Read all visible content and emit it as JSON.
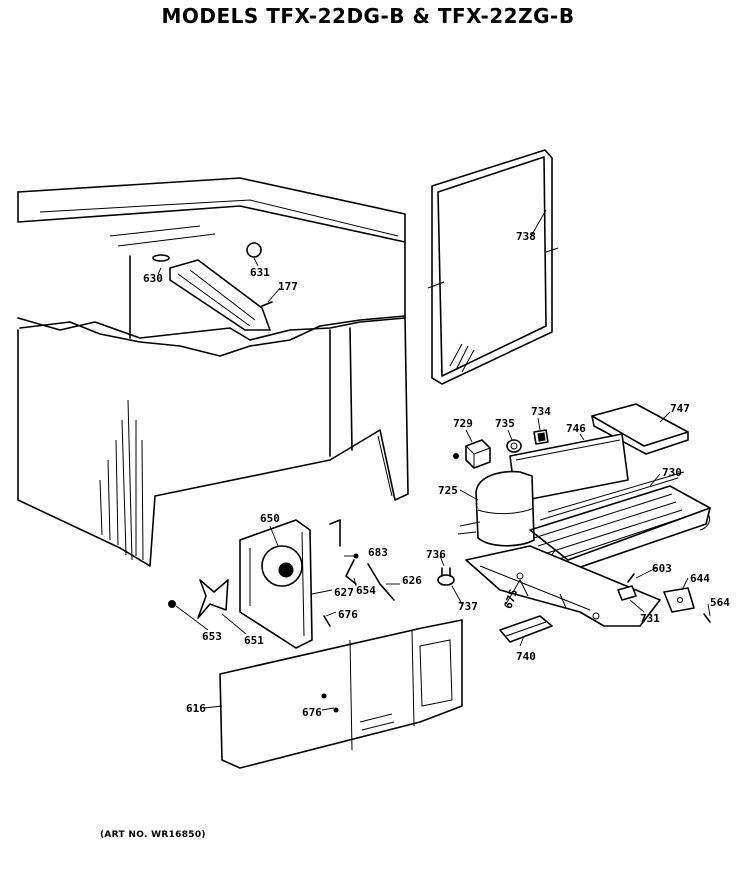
{
  "title": "MODELS TFX-22DG-B & TFX-22ZG-B",
  "art_number": "(ART NO. WR16850)",
  "callouts": {
    "c630": "630",
    "c631": "631",
    "c177": "177",
    "c738": "738",
    "c729": "729",
    "c735": "735",
    "c734": "734",
    "c746": "746",
    "c747": "747",
    "c725": "725",
    "c730": "730",
    "c650": "650",
    "c683": "683",
    "c654": "654",
    "c627": "627",
    "c626": "626",
    "c676a": "676",
    "c736": "736",
    "c737": "737",
    "c675": "675",
    "c603": "603",
    "c644": "644",
    "c731": "731",
    "c564": "564",
    "c740": "740",
    "c653": "653",
    "c651": "651",
    "c616": "616",
    "c676b": "676"
  }
}
